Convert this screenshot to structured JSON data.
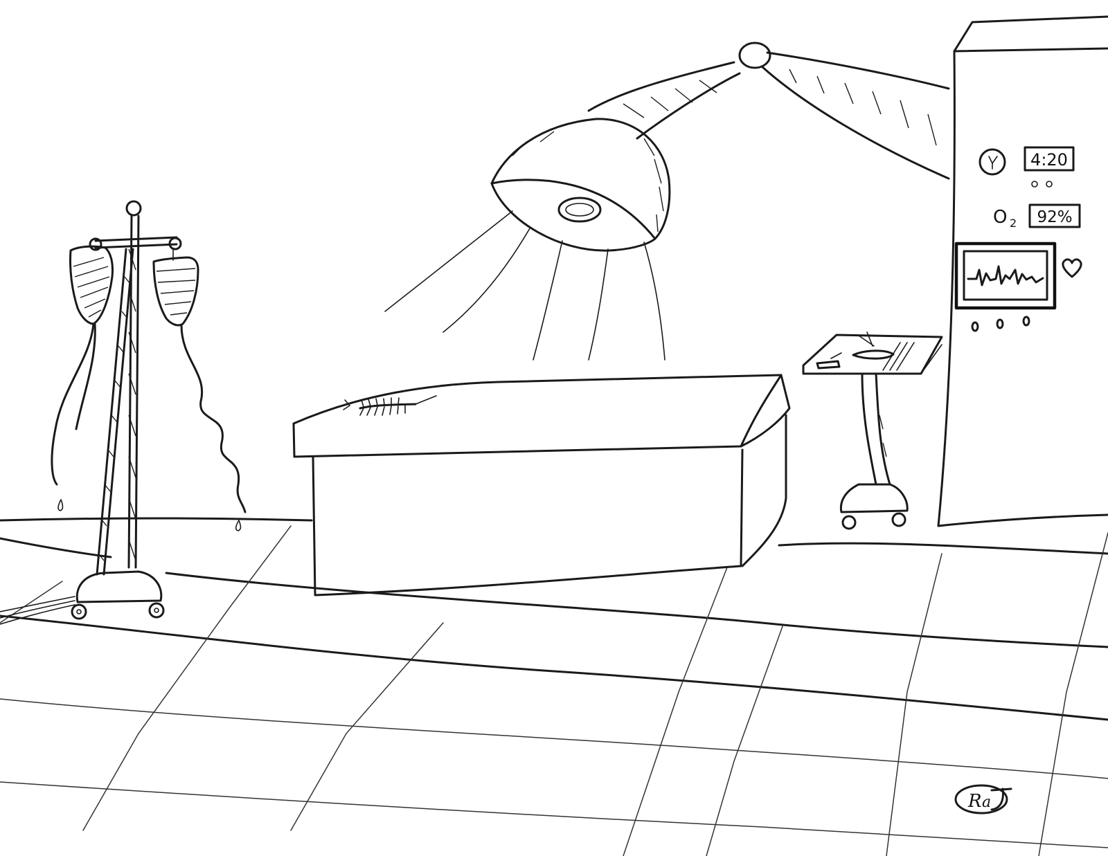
{
  "monitor": {
    "clock_readout": "4:20",
    "oxygen_label": "O",
    "oxygen_subscript": "2",
    "oxygen_readout": "92%"
  },
  "signature": "RaJ",
  "icons": {
    "clock": "clock-icon",
    "heart": "heart-icon"
  },
  "colors": {
    "ink": "#1a1a1a",
    "paper": "#ffffff"
  }
}
